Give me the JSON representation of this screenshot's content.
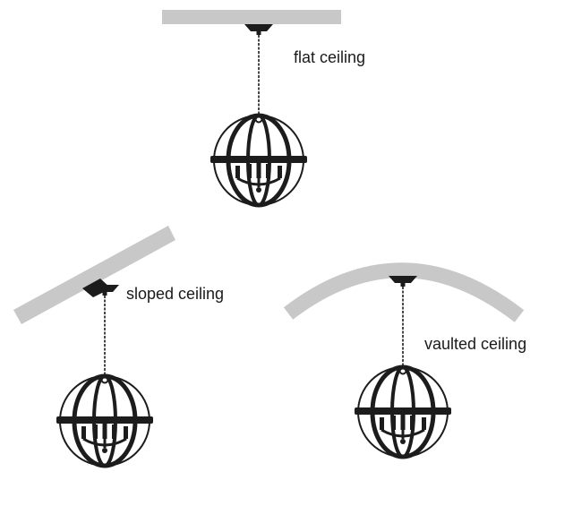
{
  "labels": {
    "flat": "flat ceiling",
    "sloped": "sloped ceiling",
    "vaulted": "vaulted ceiling"
  },
  "colors": {
    "ceiling": "#c8c8c8",
    "fixture": "#1c1c1c",
    "label": "#1a1a1a"
  }
}
